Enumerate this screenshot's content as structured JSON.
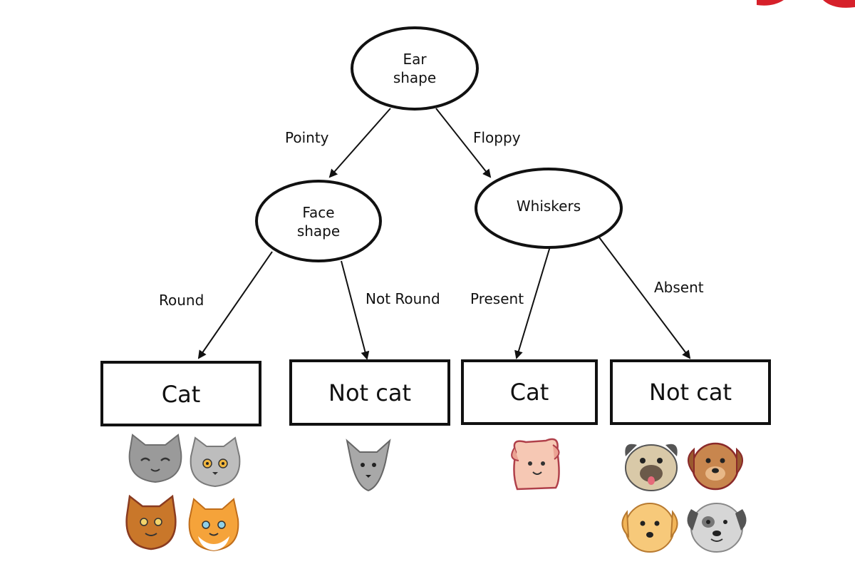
{
  "colors": {
    "ink": "#111111",
    "accent": "#d6202a"
  },
  "nodes": {
    "root": {
      "line1": "Ear",
      "line2": "shape"
    },
    "face": {
      "line1": "Face",
      "line2": "shape"
    },
    "whiskers": {
      "label": "Whiskers"
    }
  },
  "edges": {
    "pointy": "Pointy",
    "floppy": "Floppy",
    "round": "Round",
    "not_round": "Not Round",
    "present": "Present",
    "absent": "Absent"
  },
  "leaves": [
    {
      "label": "Cat",
      "animals": [
        "gray-cat-smiling-icon",
        "gray-cat-icon",
        "orange-cat-icon",
        "orange-white-cat-icon"
      ]
    },
    {
      "label": "Not cat",
      "animals": [
        "gray-cat-pointy-face-icon"
      ]
    },
    {
      "label": "Cat",
      "animals": [
        "pink-cat-floppy-ears-icon"
      ]
    },
    {
      "label": "Not cat",
      "animals": [
        "pug-dog-icon",
        "brown-dog-icon",
        "yellow-dog-icon",
        "gray-dog-icon"
      ]
    }
  ]
}
